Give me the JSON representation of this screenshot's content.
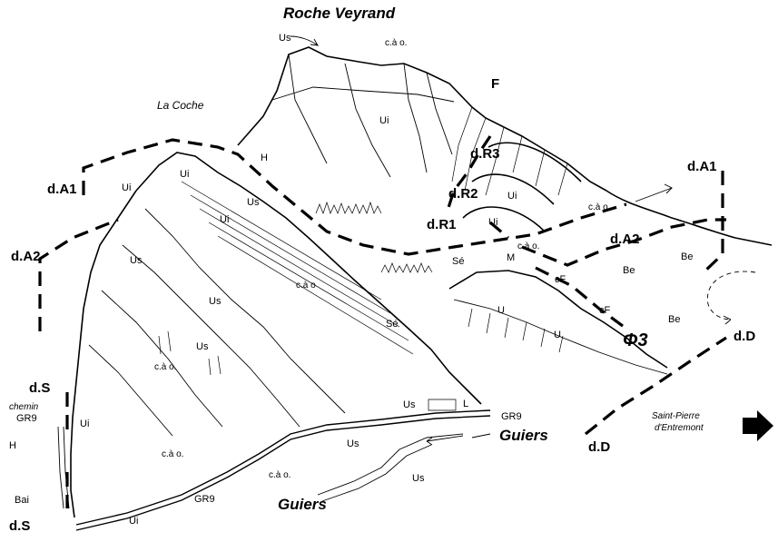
{
  "title": "Roche Veyrand",
  "place_la_coche": "La Coche",
  "place_saint_pierre_1": "Saint-Pierre",
  "place_saint_pierre_2": "d'Entremont",
  "river": "Guiers",
  "trail": "GR9",
  "chemin": "chemin",
  "fault_F": "F",
  "phi3": "Φ3",
  "units": {
    "Us": "Us",
    "Ui": "Ui",
    "H": "H",
    "Be": "Be",
    "cF": "cF",
    "U": "U",
    "M": "M",
    "Se": "Sé",
    "L": "L",
    "Bai": "Bai",
    "cao": "c.à o.",
    "cao_short": "c.à o"
  },
  "faults": {
    "dA1": "d.A1",
    "dA2": "d.A2",
    "dS": "d.S",
    "dD": "d.D",
    "dR1": "d.R1",
    "dR2": "d.R2",
    "dR3": "d.R3"
  },
  "colors": {
    "ink": "#000000",
    "paper": "#ffffff"
  }
}
